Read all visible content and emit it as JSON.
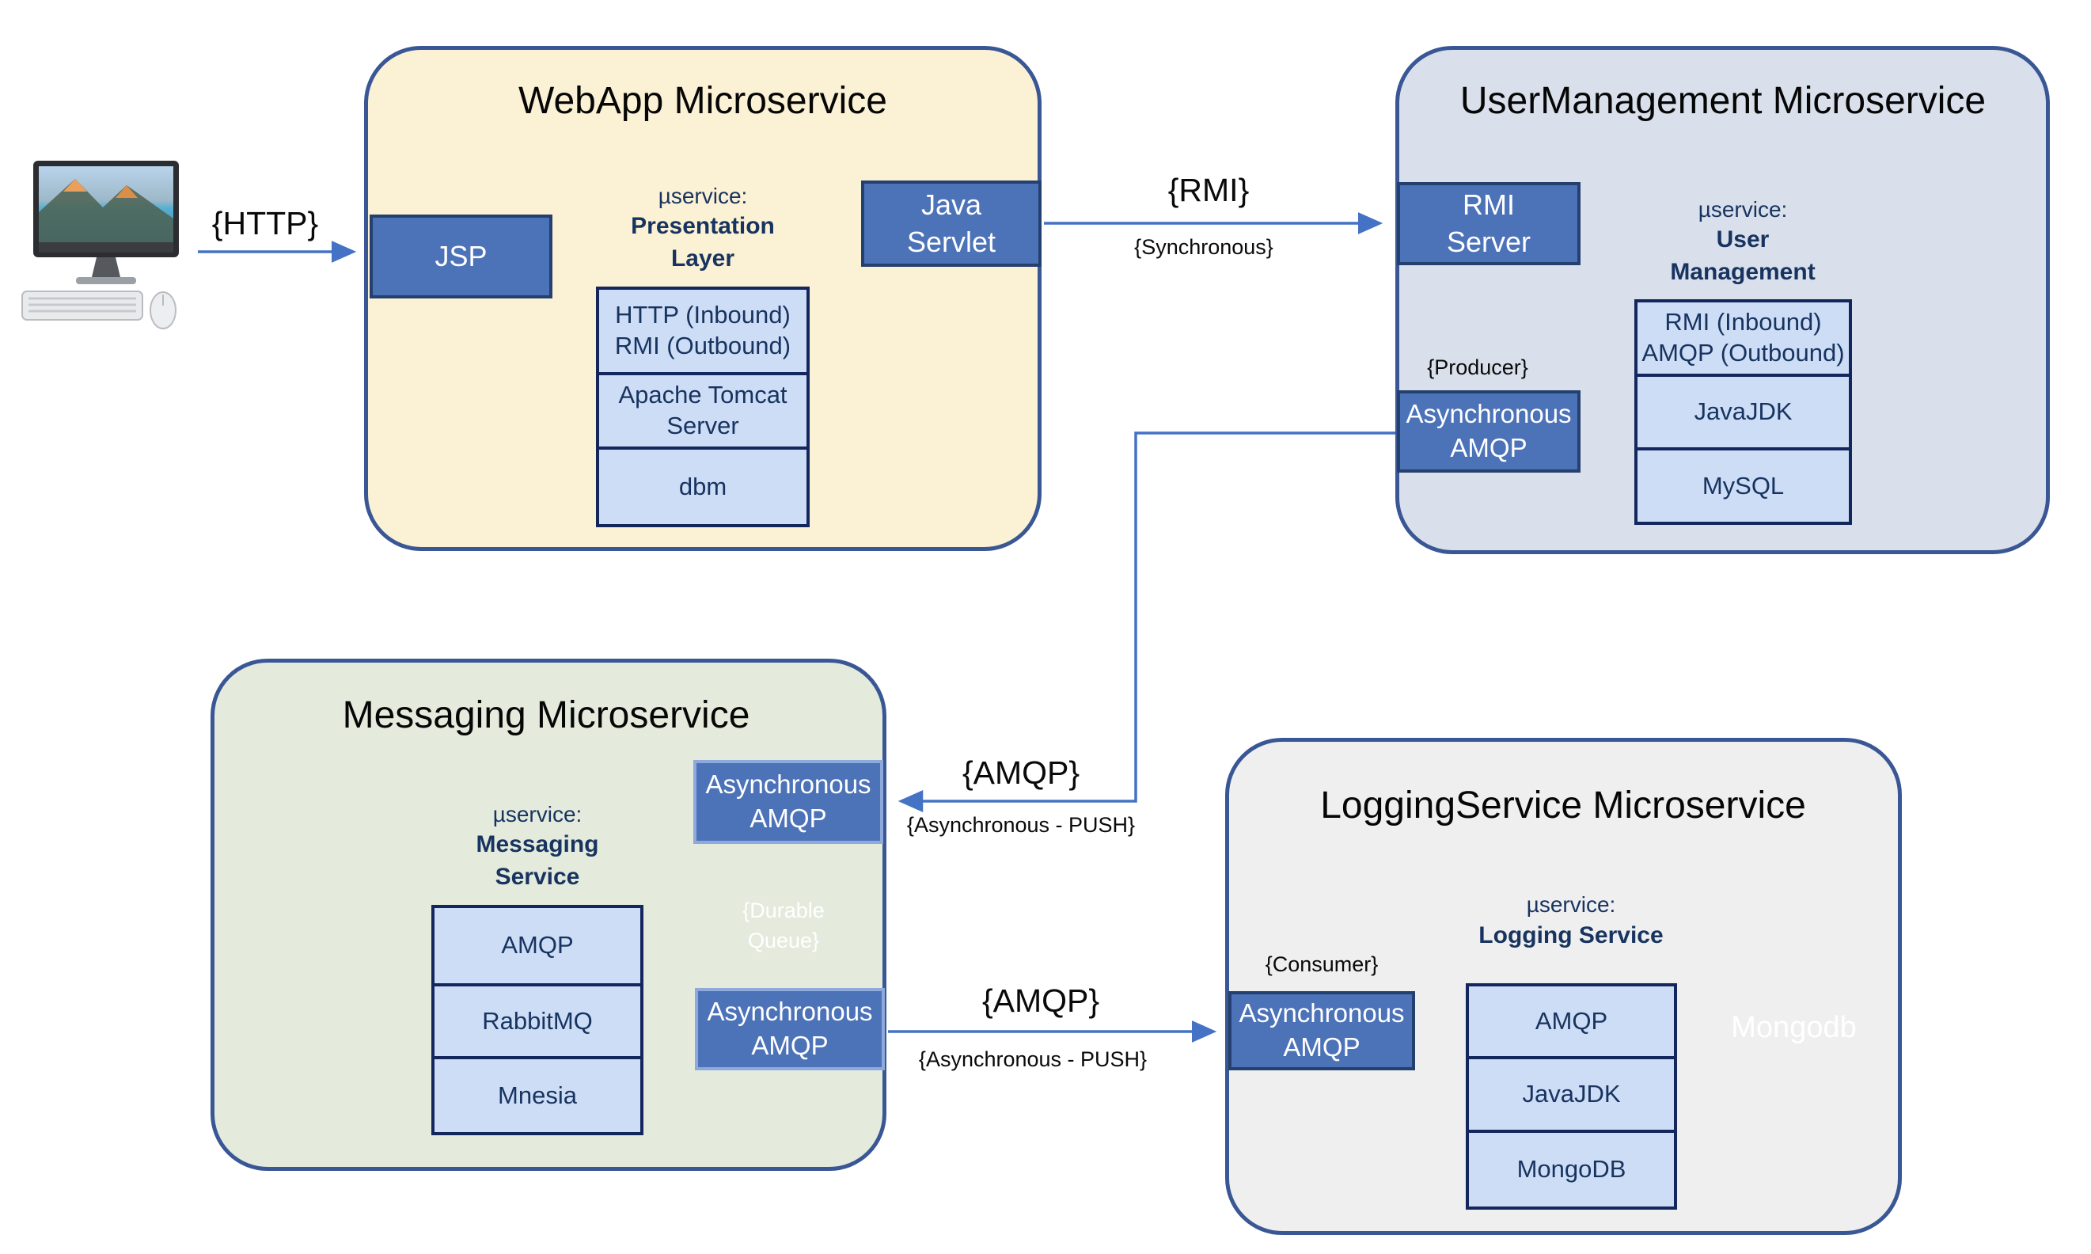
{
  "client": {
    "http_label": "{HTTP}"
  },
  "webapp": {
    "title": "WebApp Microservice",
    "jsp_label": "JSP",
    "java_servlet_label": "Java\nServlet",
    "service": {
      "prefix": "µservice:",
      "name": "Presentation\nLayer"
    },
    "stack": [
      "HTTP (Inbound)\nRMI (Outbound)",
      "Apache Tomcat\nServer",
      "dbm"
    ]
  },
  "rmi_link": {
    "protocol": "{RMI}",
    "mode": "{Synchronous}"
  },
  "usermanagement": {
    "title": "UserManagement Microservice",
    "rmi_server_label": "RMI\nServer",
    "producer_label": "{Producer}",
    "producer_amqp_label": "Asynchronous\nAMQP",
    "service": {
      "prefix": "µservice:",
      "name": "User\nManagement"
    },
    "stack": [
      "RMI (Inbound)\nAMQP (Outbound)",
      "JavaJDK",
      "MySQL"
    ]
  },
  "messaging": {
    "title": "Messaging Microservice",
    "amqp_in_label": "Asynchronous\nAMQP",
    "durable_queue_label": "{Durable\nQueue}",
    "amqp_out_label": "Asynchronous\nAMQP",
    "service": {
      "prefix": "µservice:",
      "name": "Messaging\nService"
    },
    "stack": [
      "AMQP",
      "RabbitMQ",
      "Mnesia"
    ]
  },
  "amqp_link_in": {
    "protocol": "{AMQP}",
    "mode": "{Asynchronous - PUSH}"
  },
  "amqp_link_out": {
    "protocol": "{AMQP}",
    "mode": "{Asynchronous - PUSH}"
  },
  "logging": {
    "title": "LoggingService Microservice",
    "consumer_label": "{Consumer}",
    "consumer_amqp_label": "Asynchronous\nAMQP",
    "service": {
      "prefix": "µservice:",
      "name": "Logging Service"
    },
    "stack": [
      "AMQP",
      "JavaJDK",
      "MongoDB"
    ],
    "database_label": "Mongodb"
  },
  "colors": {
    "webapp_fill": "#FBF1D4",
    "usermanagement_fill": "#D9DFEB",
    "messaging_fill": "#E4EBDD",
    "logging_fill": "#EFEFEF",
    "panel_border": "#3A5795",
    "component_fill": "#4C72B8",
    "component_border_dark": "#24406E",
    "component_border_light": "#8EA9DB",
    "stack_fill": "#CDDDF6",
    "stack_border": "#13275C",
    "stack_text": "#17335F",
    "arrow": "#4472C4",
    "cylinder_top": "#8FA8D8"
  }
}
